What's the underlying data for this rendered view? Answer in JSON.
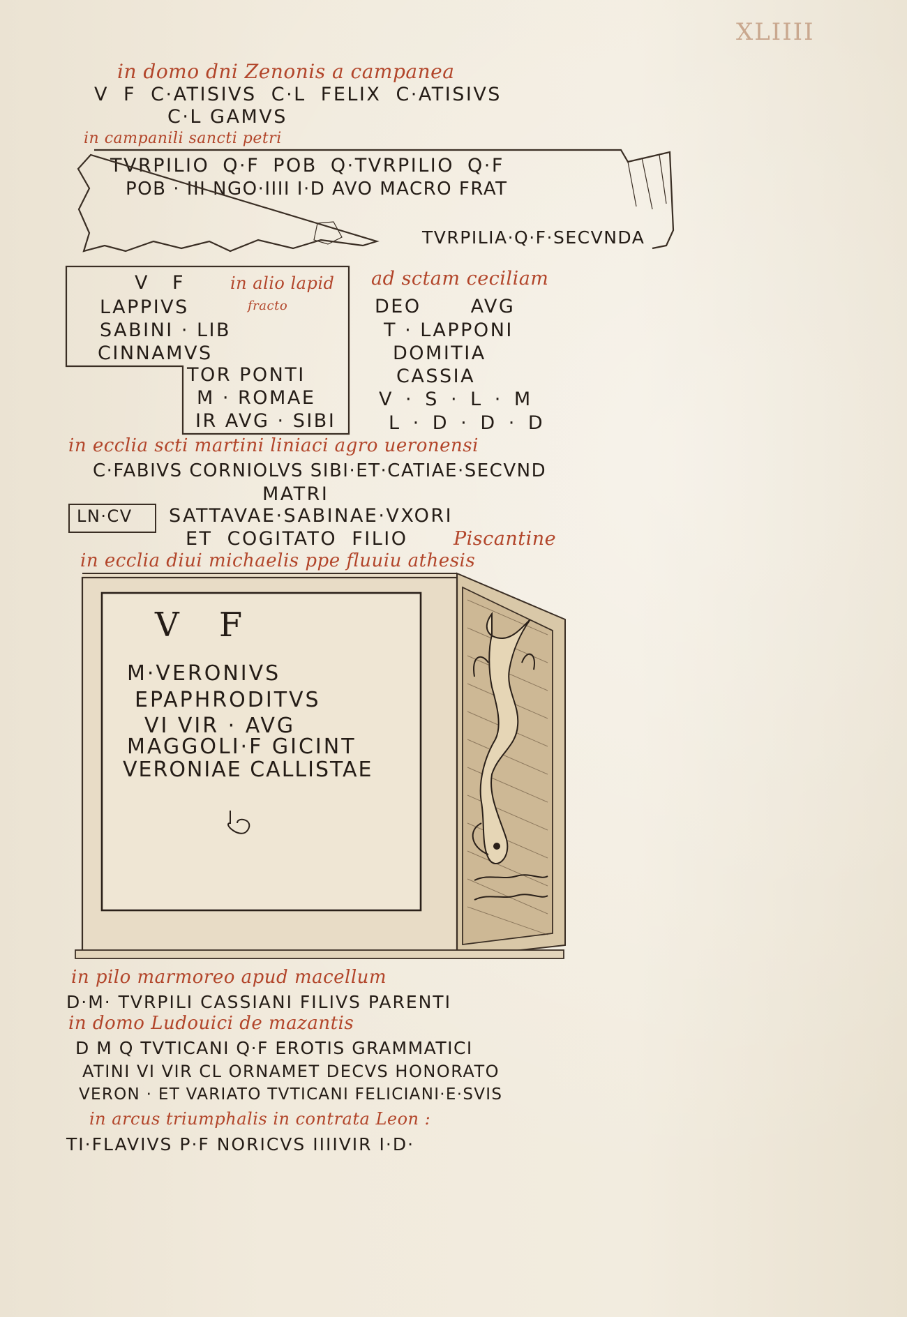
{
  "folio_number": "XLIIII",
  "entries": {
    "e1_heading": "in domo dni Zenonis a campanea",
    "e1_line1": "V F C·ATISIVS C·L FELIX C·ATISIVS",
    "e1_line2": "C·L GAMVS",
    "e2_heading": "in campanili sancti petri",
    "e2_line1": "TVRPILIO Q·F POB Q·TVRPILIO Q·F",
    "e2_line2": "POB · III NGO·IIII I·D AVO MACRO FRAT",
    "e2_line3": "TVRPILIA·Q·F·SECVNDA",
    "e3_vf": "V F",
    "e3_note1": "in alio lapid",
    "e3_note2": "fracto",
    "e3_loc": "ad sctam ceciliam",
    "e3_left": [
      "LAPPIVS",
      "SABINI · LIB",
      "CINNAMVS",
      "TOR PONTI",
      "M · ROMAE",
      "IR AVG · SIBI"
    ],
    "e3_right": [
      "DEO AVG",
      "T · LAPPONI",
      "DOMITIA",
      "CASSIA",
      "V · S · L · M",
      "L · D · D · D"
    ],
    "e4_heading": "in ecclia scti martini liniaci agro ueronensi",
    "e4_line1": "C·FABIVS CORNIOLVS SIBI·ET·CATIAE·SECVND",
    "e4_line2": "MATRI",
    "e4_box": "LN·CV",
    "e4_line3": "SATTAVAE·SABINAE·VXORI",
    "e4_line4": "ET COGITATO FILIO",
    "e4_note": "Piscantine",
    "e5_heading": "in ecclia diui michaelis ppe fluuiu athesis",
    "altar": {
      "vf": "V F",
      "lines": [
        "M·VERONIVS",
        "EPAPHRODITVS",
        "VI VIR · AVG",
        "MAGGOLI·F GICINT",
        "VERONIAE CALLISTAE"
      ]
    },
    "e6_heading": "in pilo marmoreo apud macellum",
    "e6_line1": "D·M· TVRPILI CASSIANI FILIVS PARENTI",
    "e7_heading": "in domo Ludouici de mazantis",
    "e7_line1": "D M Q TVTICANI Q·F EROTIS GRAMMATICI",
    "e7_line2": "ATINI VI VIR CL ORNAMET DECVS HONORATO",
    "e7_line3": "VERON · ET VARIATO TVTICANI FELICIANI·E·SVIS",
    "e8_heading": "in arcus triumphalis in contrata Leon :",
    "e8_line1": "TI·FLAVIVS P·F NORICVS IIIIVIR I·D·"
  },
  "colors": {
    "rubric": "#b2452a",
    "ink": "#241c16",
    "paper": "#efe8da"
  },
  "icons": [
    "hedera-leaf-icon",
    "dolphin-relief-icon",
    "broken-stone-outline-icon"
  ]
}
